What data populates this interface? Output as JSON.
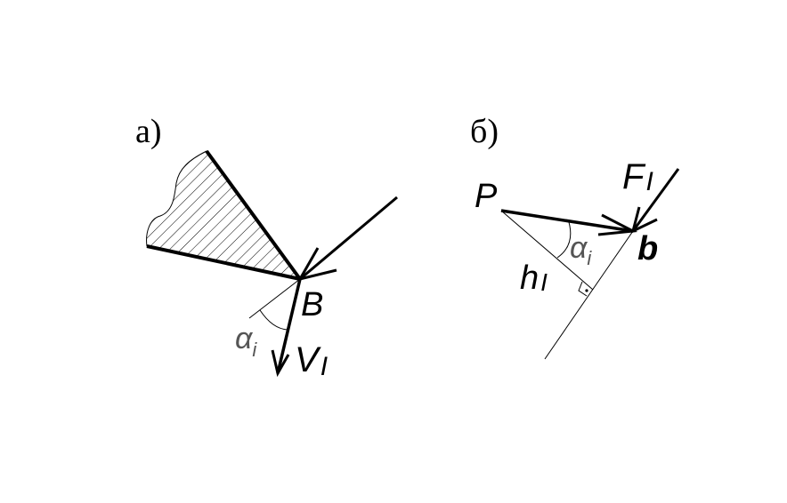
{
  "panel_a": {
    "label": "а)",
    "point_label": "B",
    "velocity_label": "V",
    "velocity_subscript": "I",
    "angle_label": "α",
    "angle_subscript": "i"
  },
  "panel_b": {
    "label": "б)",
    "pole_label": "P",
    "point_label": "b",
    "force_label": "F",
    "force_subscript": "I",
    "arm_label": "h",
    "arm_subscript": "I",
    "angle_label": "α",
    "angle_subscript": "i"
  },
  "colors": {
    "ink": "#000000",
    "background": "#ffffff"
  }
}
